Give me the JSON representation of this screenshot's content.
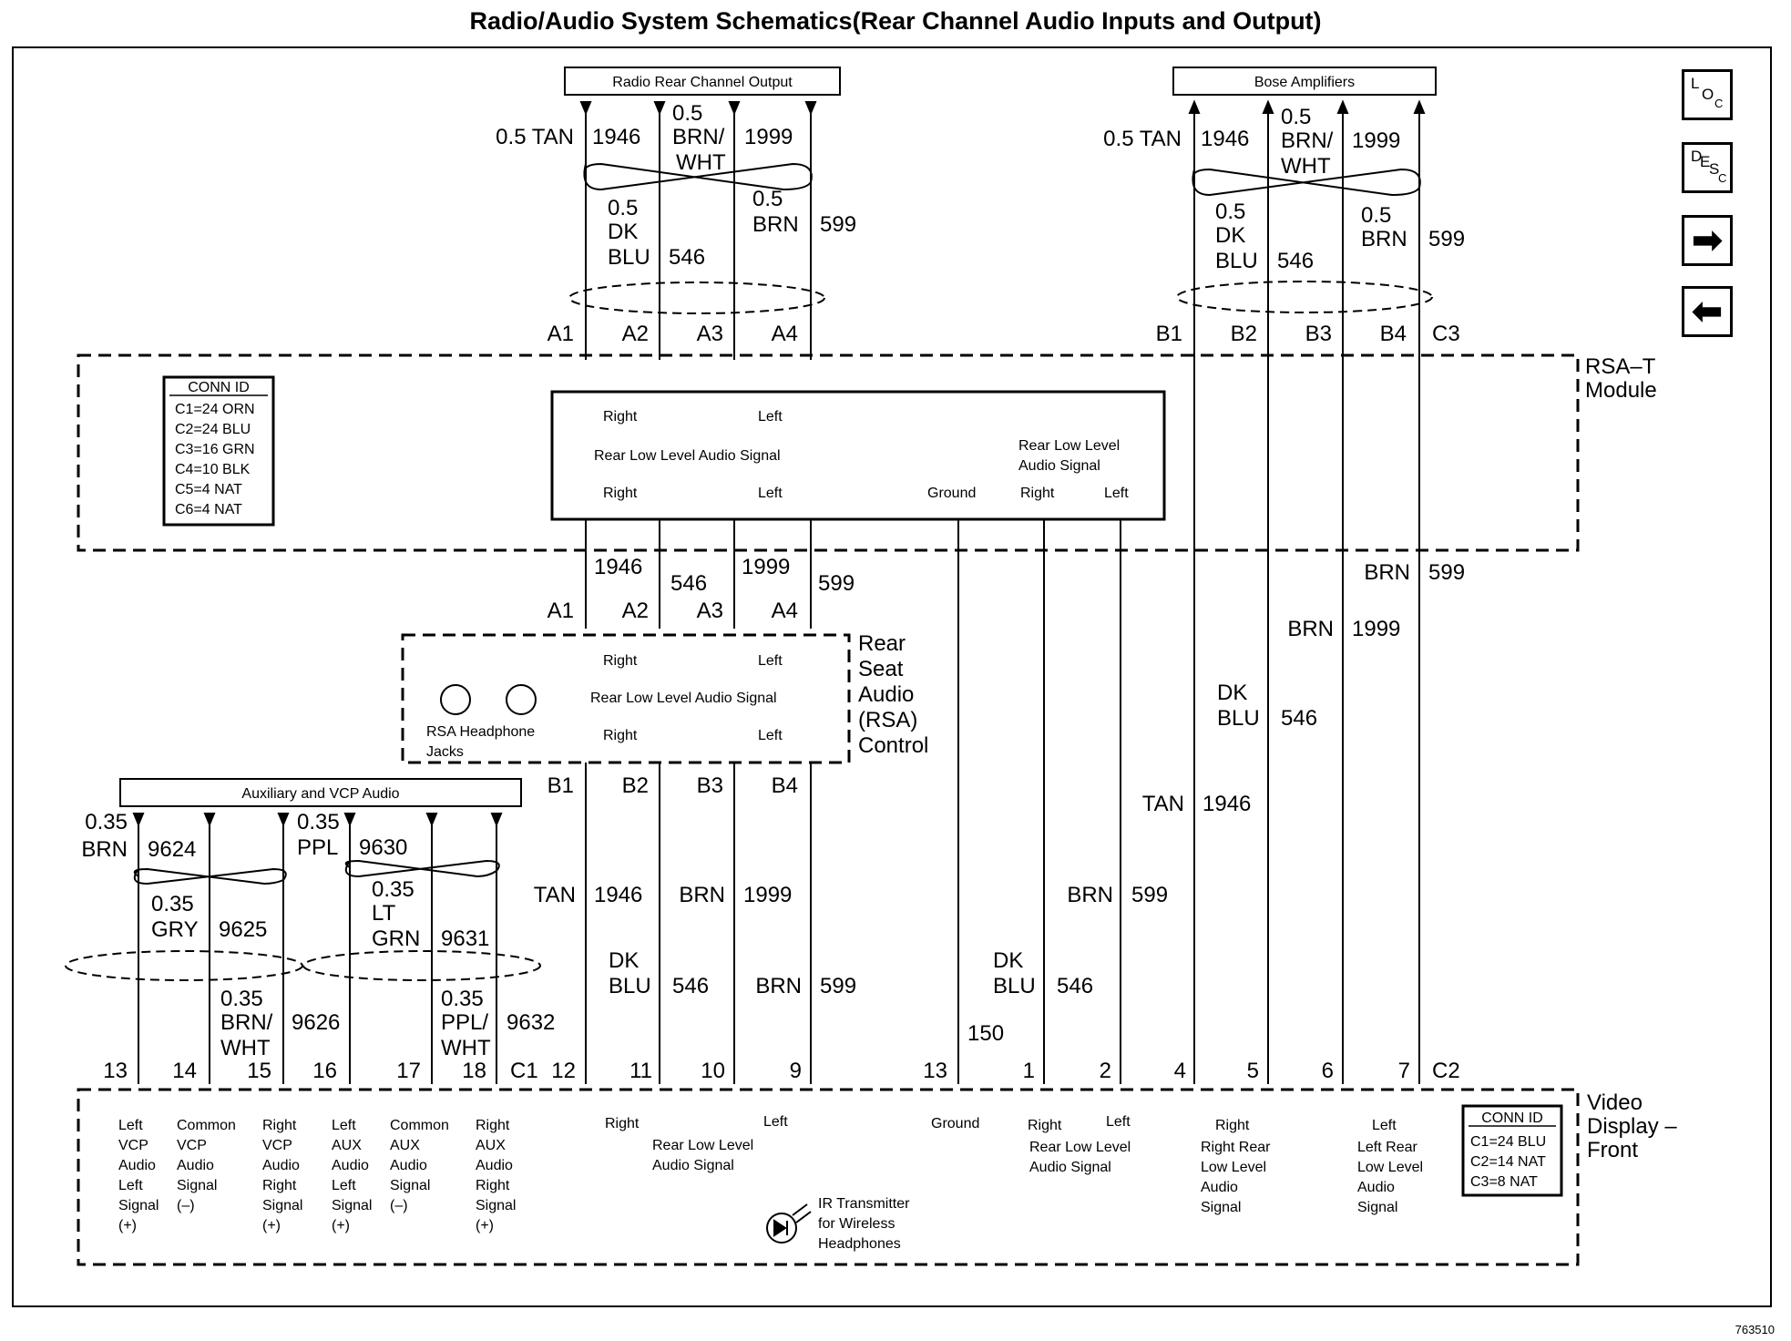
{
  "title": "Radio/Audio System Schematics(Rear Channel Audio Inputs and Output)",
  "figure_id": "763510",
  "nav": {
    "loc": {
      "a": "L",
      "b": "O",
      "c": "C"
    },
    "desc": {
      "a": "D",
      "b": "E",
      "c": "S",
      "d": "C"
    },
    "next": "➡",
    "prev": "⬅"
  },
  "headers": {
    "radio_output": "Radio Rear Channel Output",
    "bose": "Bose Amplifiers",
    "aux": "Auxiliary and VCP Audio"
  },
  "top_left_wires": {
    "w1_size": "0.5 TAN",
    "w1_circuit": "1946",
    "w2_l1": "0.5",
    "w2_l2": "BRN/",
    "w2_l3": "WHT",
    "w3_circuit": "1999",
    "w4_l1": "0.5",
    "w4_l2": "DK",
    "w4_l3": "BLU",
    "w4_circuit": "546",
    "w5_l1": "0.5",
    "w5_l2": "BRN",
    "w5_circuit": "599",
    "pins": [
      "A1",
      "A2",
      "A3",
      "A4"
    ]
  },
  "top_right_wires": {
    "w1_size": "0.5 TAN",
    "w1_circuit": "1946",
    "w2_l1": "0.5",
    "w2_l2": "BRN/",
    "w2_l3": "WHT",
    "w3_circuit": "1999",
    "w4_l1": "0.5",
    "w4_l2": "DK",
    "w4_l3": "BLU",
    "w4_circuit": "546",
    "w5_l1": "0.5",
    "w5_l2": "BRN",
    "w5_circuit": "599",
    "pins": [
      "B1",
      "B2",
      "B3",
      "B4",
      "C3"
    ]
  },
  "rsat_module": {
    "name_l1": "RSA–T",
    "name_l2": "Module",
    "conn_id_title": "CONN ID",
    "conn_ids": [
      "C1=24 ORN",
      "C2=24 BLU",
      "C3=16 GRN",
      "C4=10 BLK",
      "C5=4 NAT",
      "C6=4 NAT"
    ],
    "top_right": "Right",
    "top_left": "Left",
    "signal": "Rear Low Level Audio Signal",
    "bot_right": "Right",
    "bot_left": "Left",
    "ground": "Ground",
    "rl_l1": "Rear Low Level",
    "rl_l2": "Audio Signal",
    "rl_right": "Right",
    "rl_left": "Left"
  },
  "mid_wires": {
    "c1946": "1946",
    "c546": "546",
    "c1999": "1999",
    "c599": "599",
    "pins": [
      "A1",
      "A2",
      "A3",
      "A4"
    ],
    "brn": "BRN",
    "c599b": "599",
    "brn2": "BRN",
    "c1999b": "1999",
    "dk": "DK",
    "blu": "BLU",
    "c546b": "546",
    "tan": "TAN",
    "c1946b": "1946"
  },
  "rsa_control": {
    "name": [
      "Rear",
      "Seat",
      "Audio",
      "(RSA)",
      "Control"
    ],
    "right_top": "Right",
    "left_top": "Left",
    "signal": "Rear Low Level Audio Signal",
    "right_bot": "Right",
    "left_bot": "Left",
    "jacks_l1": "RSA Headphone",
    "jacks_l2": "Jacks",
    "pins": [
      "B1",
      "B2",
      "B3",
      "B4"
    ]
  },
  "lower_wires": {
    "tan": "TAN",
    "c1946": "1946",
    "brn": "BRN",
    "c1999": "1999",
    "dk": "DK",
    "blu": "BLU",
    "c546": "546",
    "brn2": "BRN",
    "c599": "599",
    "r_brn": "BRN",
    "r_599": "599",
    "r_dk": "DK",
    "r_blu": "BLU",
    "r_546": "546",
    "ground_circuit": "150"
  },
  "aux_wires": {
    "a1_size": "0.35",
    "a1_color": "BRN",
    "a1_circuit": "9624",
    "a2_size": "0.35",
    "a2_color": "GRY",
    "a2_circuit": "9625",
    "a3_size": "0.35",
    "a3_l2": "BRN/",
    "a3_l3": "WHT",
    "a3_circuit": "9626",
    "a4_size": "0.35",
    "a4_color": "PPL",
    "a4_circuit": "9630",
    "a5_size": "0.35",
    "a5_l2": "LT",
    "a5_l3": "GRN",
    "a5_circuit": "9631",
    "a6_size": "0.35",
    "a6_l2": "PPL/",
    "a6_l3": "WHT",
    "a6_circuit": "9632"
  },
  "video_display": {
    "name": [
      "Video",
      "Display –",
      "Front"
    ],
    "pins_c1": [
      "13",
      "14",
      "15",
      "16",
      "17",
      "18"
    ],
    "c1": "C1",
    "pins_c1b": [
      "12",
      "11",
      "10",
      "9"
    ],
    "pins_right": [
      "13",
      "1",
      "2",
      "4",
      "5",
      "6",
      "7"
    ],
    "c2": "C2",
    "t1": [
      "Left",
      "VCP",
      "Audio",
      "Left",
      "Signal",
      "(+)"
    ],
    "t2": [
      "Common",
      "VCP",
      "Audio",
      "Signal",
      "(–)"
    ],
    "t3": [
      "Right",
      "VCP",
      "Audio",
      "Right",
      "Signal",
      "(+)"
    ],
    "t4": [
      "Left",
      "AUX",
      "Audio",
      "Left",
      "Signal",
      "(+)"
    ],
    "t5": [
      "Common",
      "AUX",
      "Audio",
      "Signal",
      "(–)"
    ],
    "t6": [
      "Right",
      "AUX",
      "Audio",
      "Right",
      "Signal",
      "(+)"
    ],
    "rr_right": "Right",
    "rr_left": "Left",
    "rr_sig1": "Rear Low Level",
    "rr_sig2": "Audio Signal",
    "gnd": "Ground",
    "r2_right": "Right",
    "r2_left": "Left",
    "r2_sig1": "Rear Low Level",
    "r2_sig2": "Audio Signal",
    "rr3": [
      "Right",
      "Right Rear",
      "Low Level",
      "Audio",
      "Signal"
    ],
    "lr3": [
      "Left",
      "Left Rear",
      "Low Level",
      "Audio",
      "Signal"
    ],
    "conn_id_title": "CONN ID",
    "conn_ids": [
      "C1=24 BLU",
      "C2=14 NAT",
      "C3=8 NAT"
    ],
    "ir_l1": "IR Transmitter",
    "ir_l2": "for Wireless",
    "ir_l3": "Headphones"
  }
}
